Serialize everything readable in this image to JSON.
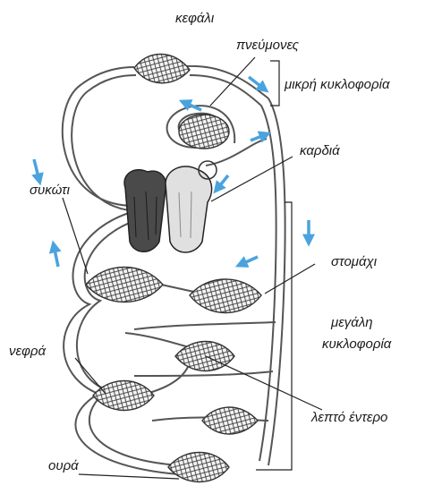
{
  "labels": {
    "head": "κεφάλι",
    "lungs": "πνεύμονες",
    "small_circulation": "μικρή κυκλοφορία",
    "heart": "καρδιά",
    "liver": "συκώτι",
    "stomach": "στομάχι",
    "large_circulation_line1": "μεγάλη",
    "large_circulation_line2": "κυκλοφορία",
    "kidneys": "νεφρά",
    "small_intestine": "λεπτό έντερο",
    "tail": "ουρά"
  },
  "colors": {
    "arrow": "#4aa3df",
    "vessel": "#555555",
    "capillary": "#3a3a3a",
    "oxygenated_fill": "#e9e9e9",
    "deoxygenated_fill": "#4a4a4a",
    "text": "#1a1a1a"
  },
  "icons": {
    "flow_arrow": "arrow-icon",
    "capillary_bed": "capillary-network",
    "heart": "heart-chambers"
  }
}
